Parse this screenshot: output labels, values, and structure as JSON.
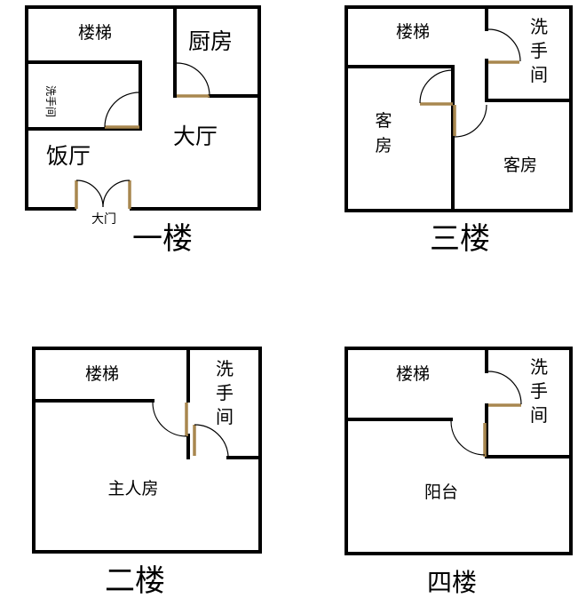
{
  "floors": {
    "floor1": {
      "title": "一楼",
      "rooms": {
        "stairs": "楼梯",
        "kitchen": "厨房",
        "bathroom": "洗手间",
        "living_room": "大厅",
        "dining_room": "饭厅",
        "main_door": "大门"
      }
    },
    "floor2": {
      "title": "二楼",
      "rooms": {
        "stairs": "楼梯",
        "bathroom_1": "洗",
        "bathroom_2": "手",
        "bathroom_3": "间",
        "master_bedroom": "主人房"
      }
    },
    "floor3": {
      "title": "三楼",
      "rooms": {
        "stairs": "楼梯",
        "bathroom_1": "洗",
        "bathroom_2": "手",
        "bathroom_3": "间",
        "guest_room_left_1": "客",
        "guest_room_left_2": "房",
        "guest_room_right": "客房"
      }
    },
    "floor4": {
      "title": "四楼",
      "rooms": {
        "stairs": "楼梯",
        "bathroom_1": "洗",
        "bathroom_2": "手",
        "bathroom_3": "间",
        "balcony": "阳台"
      }
    }
  }
}
